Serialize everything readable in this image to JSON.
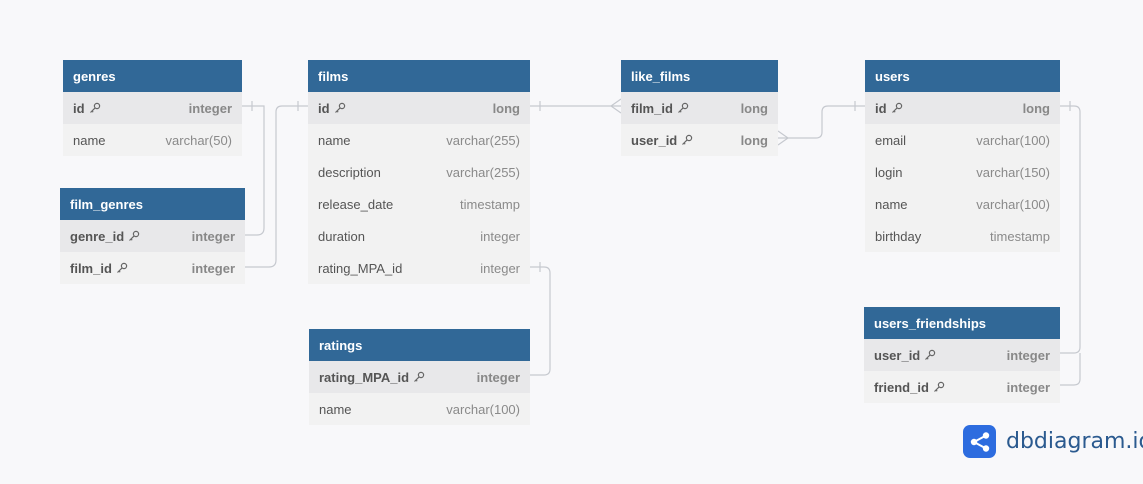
{
  "brand": {
    "name": "dbdiagram.io"
  },
  "tables": [
    {
      "id": "genres",
      "title": "genres",
      "fields": [
        {
          "name": "id",
          "type": "integer",
          "key": true
        },
        {
          "name": "name",
          "type": "varchar(50)",
          "key": false
        }
      ]
    },
    {
      "id": "film_genres",
      "title": "film_genres",
      "fields": [
        {
          "name": "genre_id",
          "type": "integer",
          "key": true
        },
        {
          "name": "film_id",
          "type": "integer",
          "key": true
        }
      ]
    },
    {
      "id": "films",
      "title": "films",
      "fields": [
        {
          "name": "id",
          "type": "long",
          "key": true
        },
        {
          "name": "name",
          "type": "varchar(255)",
          "key": false
        },
        {
          "name": "description",
          "type": "varchar(255)",
          "key": false
        },
        {
          "name": "release_date",
          "type": "timestamp",
          "key": false
        },
        {
          "name": "duration",
          "type": "integer",
          "key": false
        },
        {
          "name": "rating_MPA_id",
          "type": "integer",
          "key": false
        }
      ]
    },
    {
      "id": "ratings",
      "title": "ratings",
      "fields": [
        {
          "name": "rating_MPA_id",
          "type": "integer",
          "key": true
        },
        {
          "name": "name",
          "type": "varchar(100)",
          "key": false
        }
      ]
    },
    {
      "id": "like_films",
      "title": "like_films",
      "fields": [
        {
          "name": "film_id",
          "type": "long",
          "key": true
        },
        {
          "name": "user_id",
          "type": "long",
          "key": true
        }
      ]
    },
    {
      "id": "users",
      "title": "users",
      "fields": [
        {
          "name": "id",
          "type": "long",
          "key": true
        },
        {
          "name": "email",
          "type": "varchar(100)",
          "key": false
        },
        {
          "name": "login",
          "type": "varchar(150)",
          "key": false
        },
        {
          "name": "name",
          "type": "varchar(100)",
          "key": false
        },
        {
          "name": "birthday",
          "type": "timestamp",
          "key": false
        }
      ]
    },
    {
      "id": "users_friendships",
      "title": "users_friendships",
      "fields": [
        {
          "name": "user_id",
          "type": "integer",
          "key": true
        },
        {
          "name": "friend_id",
          "type": "integer",
          "key": true
        }
      ]
    }
  ]
}
